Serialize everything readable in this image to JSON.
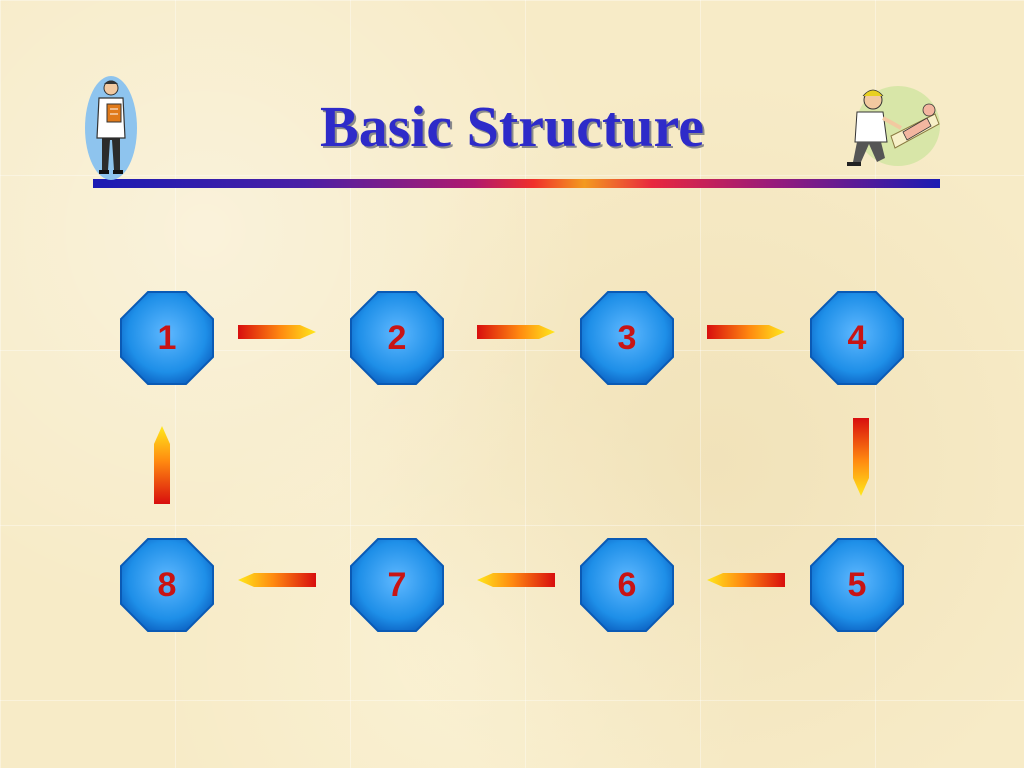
{
  "slide": {
    "title": "Basic Structure"
  },
  "clipart": {
    "left_icon": "doctor-with-clipboard-icon",
    "right_icon": "doctor-examining-patient-icon"
  },
  "steps": [
    {
      "label": "1"
    },
    {
      "label": "2"
    },
    {
      "label": "3"
    },
    {
      "label": "4"
    },
    {
      "label": "5"
    },
    {
      "label": "6"
    },
    {
      "label": "7"
    },
    {
      "label": "8"
    }
  ],
  "flow": {
    "sequence": [
      "1",
      "2",
      "3",
      "4",
      "5",
      "6",
      "7",
      "8",
      "1"
    ],
    "arrow_icon": "gradient-arrow-icon"
  },
  "colors": {
    "title": "#2e2bc9",
    "octagon_fill": "#1e8fe8",
    "step_label": "#c81414",
    "arrow_start": "#e81010",
    "arrow_end": "#ffe01a"
  }
}
